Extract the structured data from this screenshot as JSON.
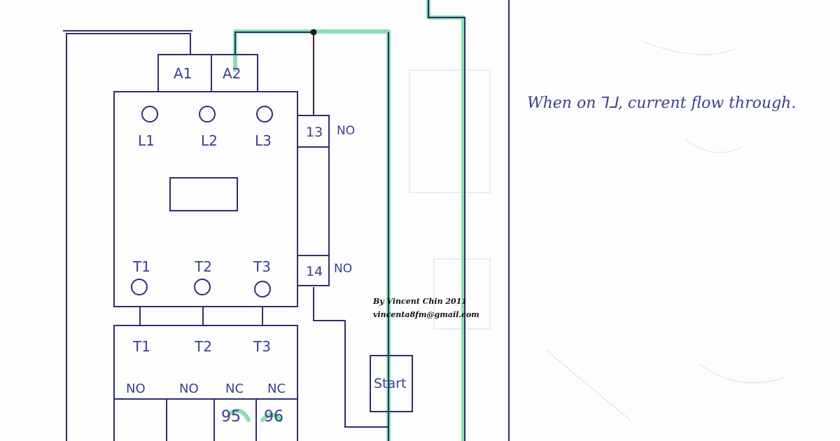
{
  "coil": {
    "a1": "A1",
    "a2": "A2"
  },
  "contactor": {
    "line_terminals": [
      "L1",
      "L2",
      "L3"
    ],
    "load_terminals": [
      "T1",
      "T2",
      "T3"
    ]
  },
  "aux_contact": {
    "top_number": "13",
    "top_type": "NO",
    "bottom_number": "14",
    "bottom_type": "NO"
  },
  "overload": {
    "terminals": [
      "T1",
      "T2",
      "T3"
    ],
    "contacts": [
      "NO",
      "NO",
      "NC",
      "NC"
    ],
    "numbers": [
      "95",
      "96"
    ]
  },
  "start_button": {
    "label": "Start"
  },
  "credit": {
    "author": "By Vincent Chin 2011",
    "email": "vincenta8fm@gmail.com"
  },
  "note": {
    "text": "When on ⅂⅃, current flow through."
  },
  "colors": {
    "ink": "#2c2f6e",
    "current_flow": "#6fd3a0"
  }
}
